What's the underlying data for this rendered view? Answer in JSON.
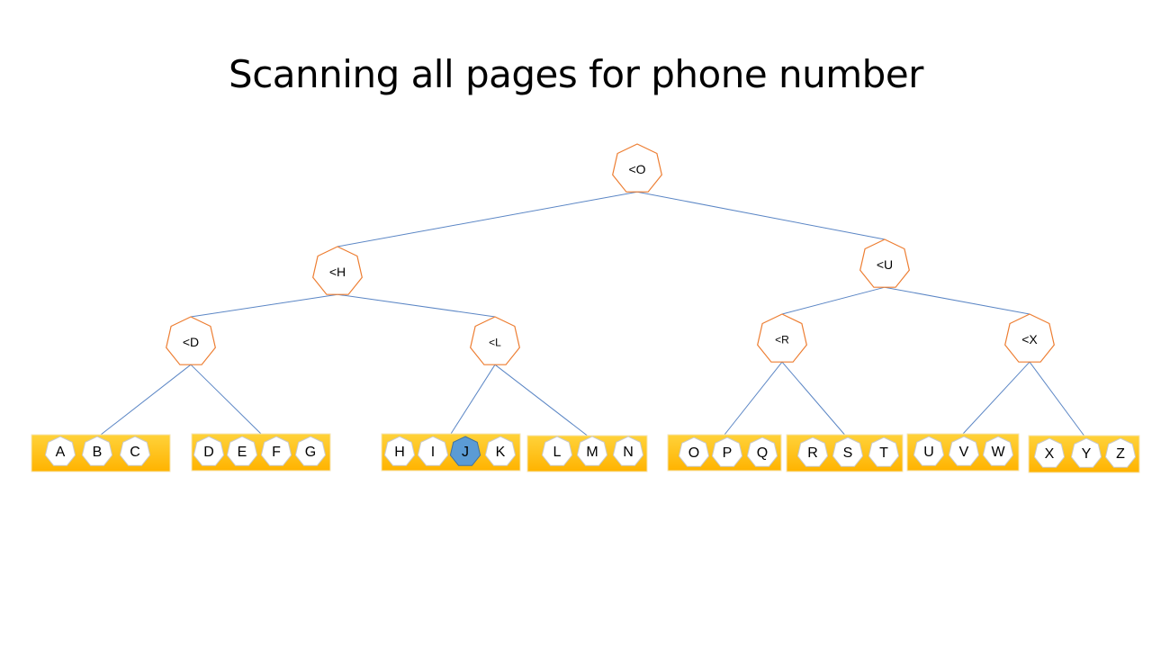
{
  "title": "Scanning all pages for phone number",
  "colors": {
    "edge": "#5b86c5",
    "node_stroke": "#ed7d31",
    "node_fill": "#ffffff",
    "page_fill_top": "#ffd23a",
    "page_fill_bottom": "#ffb300",
    "page_border": "#f5e6b8",
    "key_stroke": "#c9c9c9",
    "highlight_fill": "#5b9bd5",
    "highlight_stroke": "#41719c"
  },
  "internal_nodes": [
    {
      "id": "n-o",
      "label": "<O"
    },
    {
      "id": "n-h",
      "label": "<H"
    },
    {
      "id": "n-u",
      "label": "<U"
    },
    {
      "id": "n-d",
      "label": "<D"
    },
    {
      "id": "n-l",
      "label": "<L"
    },
    {
      "id": "n-r",
      "label": "<R"
    },
    {
      "id": "n-x",
      "label": "<X"
    }
  ],
  "edges": [
    [
      "n-o",
      "n-h"
    ],
    [
      "n-o",
      "n-u"
    ],
    [
      "n-h",
      "n-d"
    ],
    [
      "n-h",
      "n-l"
    ],
    [
      "n-u",
      "n-r"
    ],
    [
      "n-u",
      "n-x"
    ],
    [
      "n-d",
      "p-abc"
    ],
    [
      "n-d",
      "p-defg"
    ],
    [
      "n-l",
      "p-hijk"
    ],
    [
      "n-l",
      "p-lmn"
    ],
    [
      "n-r",
      "p-opq"
    ],
    [
      "n-r",
      "p-rst"
    ],
    [
      "n-x",
      "p-uvw"
    ],
    [
      "n-x",
      "p-xyz"
    ]
  ],
  "pages": [
    {
      "id": "p-abc",
      "keys": [
        "A",
        "B",
        "C"
      ]
    },
    {
      "id": "p-defg",
      "keys": [
        "D",
        "E",
        "F",
        "G"
      ]
    },
    {
      "id": "p-hijk",
      "keys": [
        "H",
        "I",
        "J",
        "K"
      ],
      "highlight": "J"
    },
    {
      "id": "p-lmn",
      "keys": [
        "L",
        "M",
        "N"
      ]
    },
    {
      "id": "p-opq",
      "keys": [
        "O",
        "P",
        "Q"
      ]
    },
    {
      "id": "p-rst",
      "keys": [
        "R",
        "S",
        "T"
      ]
    },
    {
      "id": "p-uvw",
      "keys": [
        "U",
        "V",
        "W"
      ]
    },
    {
      "id": "p-xyz",
      "keys": [
        "X",
        "Y",
        "Z"
      ]
    }
  ]
}
